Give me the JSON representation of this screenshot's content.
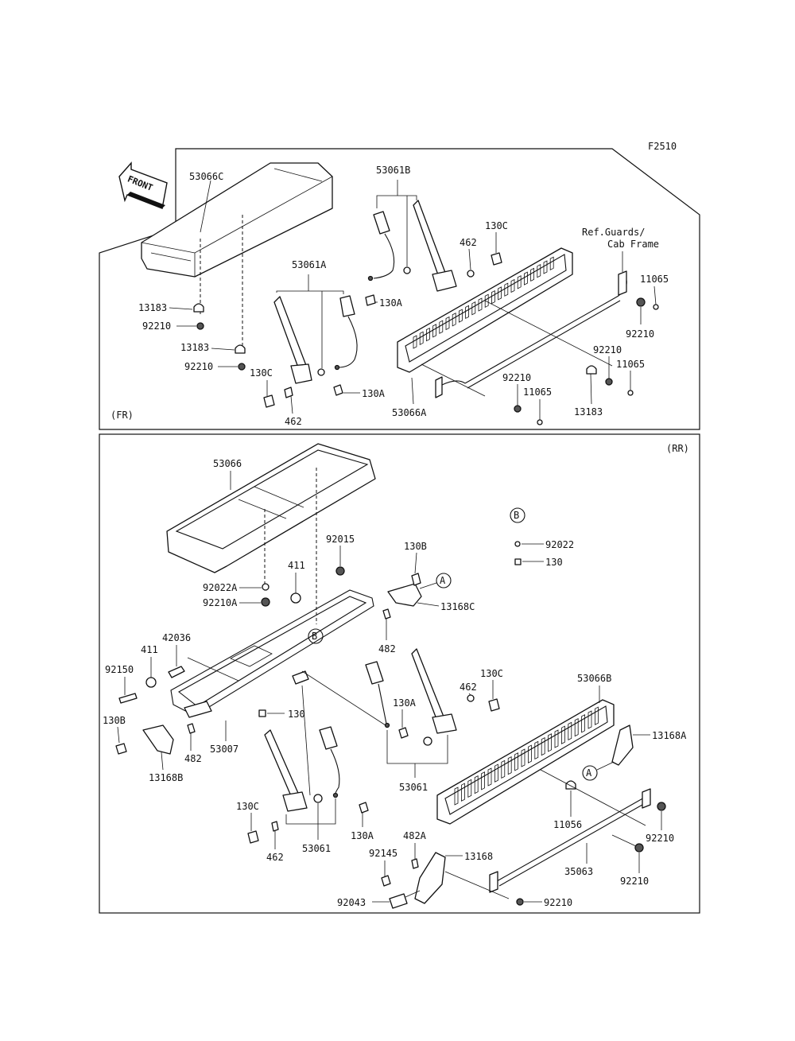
{
  "figure_code": "F2510",
  "front_arrow": "FRONT",
  "sections": {
    "front": {
      "label": "(FR)"
    },
    "rear": {
      "label": "(RR)"
    }
  },
  "ref_note": [
    "Ref.Guards/",
    "Cab Frame"
  ],
  "callouts": {
    "B": "B",
    "A": "A"
  },
  "front_parts": {
    "p53066C": "53066C",
    "p53061B": "53061B",
    "p130C_top": "130C",
    "p462_top": "462",
    "p130A_top": "130A",
    "p53061A": "53061A",
    "p13183_a": "13183",
    "p92210_a": "92210",
    "p13183_b": "13183",
    "p92210_b": "92210",
    "p130C_bot": "130C",
    "p462_bot": "462",
    "p130A_bot": "130A",
    "p11065_a": "11065",
    "p92210_c": "92210",
    "p92210_d": "92210",
    "p11065_b": "11065",
    "p92210_e": "92210",
    "p11065_c": "11065",
    "p13183_c": "13183",
    "p53066A": "53066A"
  },
  "rear_parts": {
    "p53066": "53066",
    "p92015": "92015",
    "p411_a": "411",
    "p92022A": "92022A",
    "p92210A": "92210A",
    "p92022": "92022",
    "p130_a": "130",
    "p130B_a": "130B",
    "p13168C": "13168C",
    "p482_a": "482",
    "p42036": "42036",
    "p411_b": "411",
    "p92150": "92150",
    "p130A_a": "130A",
    "p130C_a": "130C",
    "p462_a": "462",
    "p53066B": "53066B",
    "p130B_b": "130B",
    "p130_b": "130",
    "p53007": "53007",
    "p482_b": "482",
    "p13168B": "13168B",
    "p13168A": "13168A",
    "p53061_a": "53061",
    "p11056": "11056",
    "p130C_b": "130C",
    "p462_b": "462",
    "p53061_b": "53061",
    "p130A_b": "130A",
    "p482A": "482A",
    "p92145": "92145",
    "p13168": "13168",
    "p35063": "35063",
    "p92210_a": "92210",
    "p92210_b": "92210",
    "p92043": "92043",
    "p92210_c": "92210"
  }
}
